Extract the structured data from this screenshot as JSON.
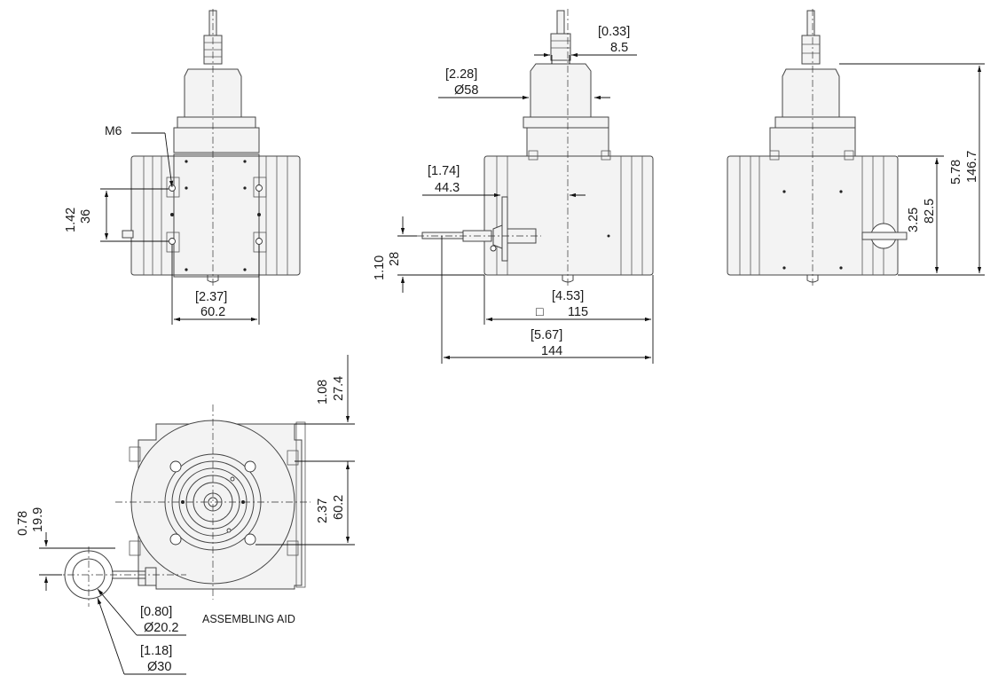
{
  "labels": {
    "thread": "M6",
    "assembling_aid": "ASSEMBLING AID"
  },
  "front": {
    "d1_in": "1.42",
    "d1_mm": "36",
    "d2_in": "[2.37]",
    "d2_mm": "60.2"
  },
  "side": {
    "d1_in": "[0.33]",
    "d1_mm": "8.5",
    "d2_in": "[2.28]",
    "d2_mm": "Ø58",
    "d3_in": "[1.74]",
    "d3_mm": "44.3",
    "d4_in": "1.10",
    "d4_mm": "28",
    "d5_in": "[4.53]",
    "d5_mm": "115",
    "d6_in": "[5.67]",
    "d6_mm": "144",
    "square_symbol": "□"
  },
  "right": {
    "d1_in": "3.25",
    "d1_mm": "82.5",
    "d2_in": "5.78",
    "d2_mm": "146.7"
  },
  "top": {
    "d1_in": "1.08",
    "d1_mm": "27.4",
    "d2_in": "2.37",
    "d2_mm": "60.2",
    "d3_in": "0.78",
    "d3_mm": "19.9",
    "d4_in": "[0.80]",
    "d4_mm": "Ø20.2",
    "d5_in": "[1.18]",
    "d5_mm": "Ø30"
  }
}
